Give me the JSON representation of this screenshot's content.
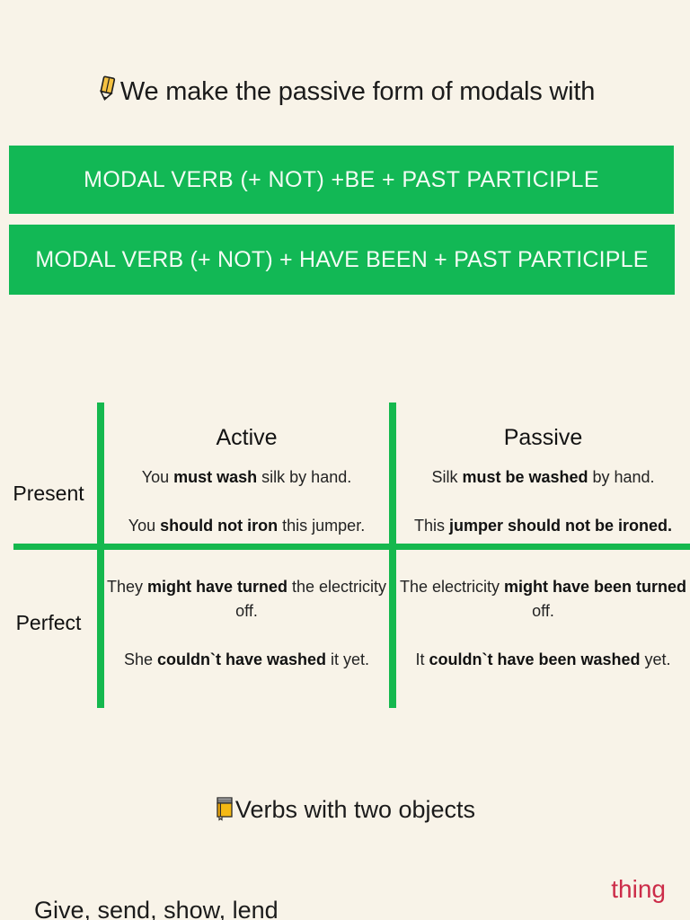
{
  "theme": {
    "background": "#f8f3e8",
    "green": "#12b855",
    "green_rule": "#15b84e",
    "text": "#1b1b1b",
    "accent_red": "#cc2c49",
    "banner_text": "#f3fbf4"
  },
  "heading": {
    "icon": "pencil-icon",
    "text": "We make the passive form of modals with"
  },
  "banners": [
    {
      "text": "MODAL VERB (+ NOT) +BE + PAST PARTICIPLE"
    },
    {
      "text": "MODAL VERB (+ NOT) + HAVE BEEN + PAST PARTICIPLE"
    }
  ],
  "table": {
    "columns": [
      "Active",
      "Passive"
    ],
    "rows": [
      {
        "label": "Present",
        "active": [
          {
            "pre": "You ",
            "bold": "must wash",
            "post": " silk by hand."
          },
          {
            "pre": "You ",
            "bold": "should not iron",
            "post": " this jumper."
          }
        ],
        "passive": [
          {
            "pre": "Silk ",
            "bold": "must be washed",
            "post": " by hand."
          },
          {
            "pre": "This ",
            "bold": "jumper should not be ironed.",
            "post": ""
          }
        ]
      },
      {
        "label": "Perfect",
        "active": [
          {
            "pre": "They ",
            "bold": "might have turned",
            "post": " the electricity off."
          },
          {
            "pre": "She ",
            "bold": "couldn`t have washed",
            "post": " it yet."
          }
        ],
        "passive": [
          {
            "pre": "The electricity ",
            "bold": "might have been turned",
            "post": " off."
          },
          {
            "pre": "It ",
            "bold": "couldn`t have been washed",
            "post": " yet."
          }
        ]
      }
    ]
  },
  "subheading": {
    "icon": "book-icon",
    "text": "Verbs with two objects"
  },
  "footer": {
    "verb_list": "Give, send, show, lend",
    "accent_word": "thing"
  }
}
